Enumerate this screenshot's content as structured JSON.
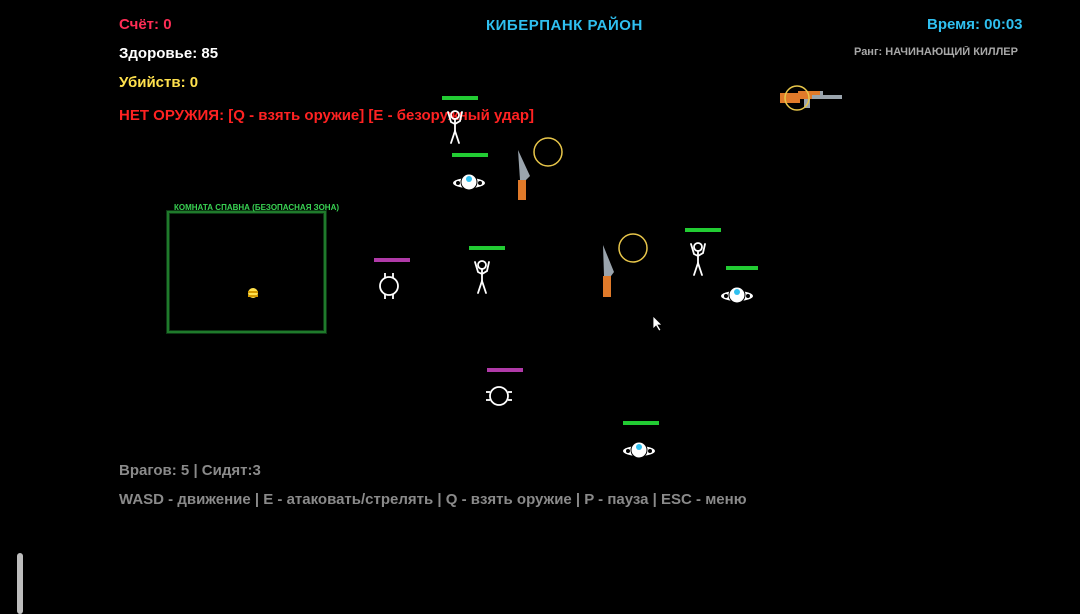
{
  "hud": {
    "score": "Счёт: 0",
    "health": "Здоровье: 85",
    "kills": "Убийств: 0",
    "no_weapon": "НЕТ ОРУЖИЯ: [Q - взять оружие] [E - безоружный удар]",
    "title": "КИБЕРПАНК РАЙОН",
    "time": "Время: 00:03",
    "rank": "Ранг: НАЧИНАЮЩИЙ КИЛЛЕР",
    "enemies": "Врагов: 5 | Сидят:3",
    "controls": "WASD - движение | E - атаковать/стрелять | Q - взять оружие | P - пауза | ESC - меню"
  },
  "spawn_room": {
    "label": "КОМНАТА СПАВНА (БЕЗОПАСНАЯ ЗОНА)"
  },
  "colors": {
    "score": "#ff2d55",
    "health": "#ffffff",
    "kills": "#ffe14d",
    "warning": "#ff2222",
    "accent": "#2fc0f0",
    "muted": "#8a8a8a",
    "spawn_border": "#1f7a2b",
    "enemy_health": "#22cc33",
    "sitting_health": "#b03aa8",
    "knife_blade": "#9aa4ad",
    "knife_handle": "#e07a2a",
    "ring": "#e8c64a"
  },
  "icons": [
    "player-icon",
    "enemy-standing-icon",
    "enemy-sitting-icon",
    "civilian-icon",
    "knife-icon",
    "rifle-icon",
    "pickup-ring-icon",
    "cursor-icon"
  ]
}
